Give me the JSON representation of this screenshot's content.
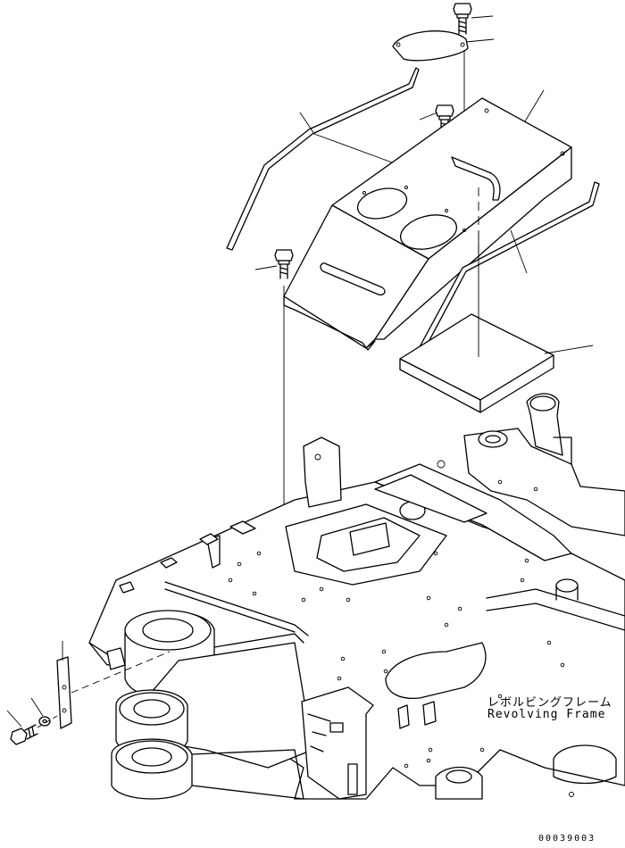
{
  "labels": {
    "japanese_name": "レボルビングフレーム",
    "english_name": "Revolving Frame",
    "drawing_number": "00039003"
  },
  "colors": {
    "ink": "#000000",
    "paper": "#ffffff"
  }
}
